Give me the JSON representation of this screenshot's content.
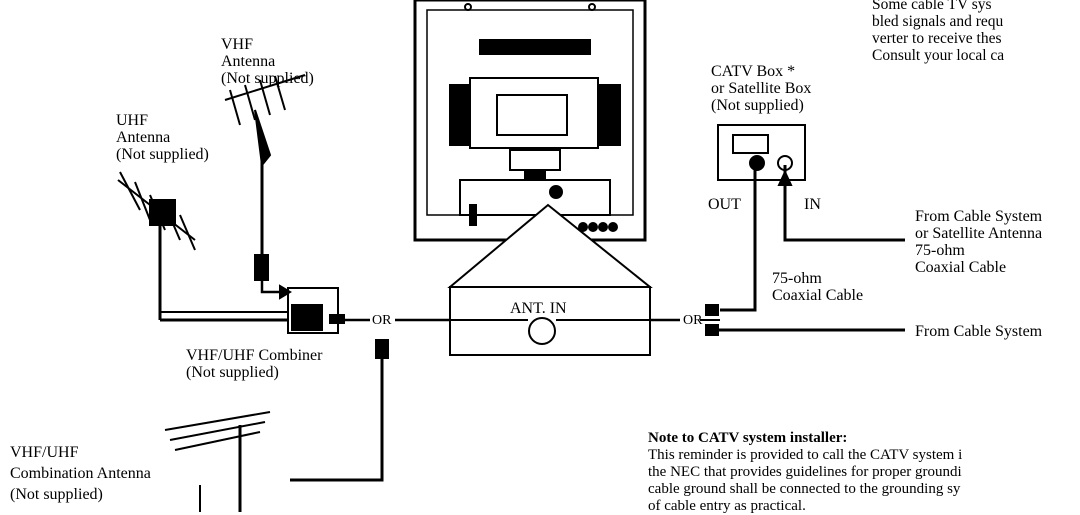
{
  "labels": {
    "vhf_antenna": [
      "VHF",
      "Antenna",
      "(Not supplied)"
    ],
    "uhf_antenna": [
      "UHF",
      "Antenna",
      "(Not supplied)"
    ],
    "catv_box": [
      "CATV Box *",
      "or Satellite Box",
      "(Not supplied)"
    ],
    "out": "OUT",
    "in": "IN",
    "from_cable_satellite": [
      "From Cable System",
      "or Satellite Antenna",
      "75-ohm",
      "Coaxial Cable"
    ],
    "coax_middle": [
      "75-ohm",
      "Coaxial Cable"
    ],
    "combiner": [
      "VHF/UHF Combiner",
      "(Not supplied)"
    ],
    "or_left": "OR",
    "or_right": "OR",
    "ant_in": "ANT. IN",
    "from_cable": "From Cable System",
    "combo_antenna": [
      "VHF/UHF",
      "Combination Antenna",
      "(Not supplied)"
    ]
  },
  "top_note_lines": [
    "Some cable TV sys",
    "bled signals and requ",
    "verter to receive thes",
    "Consult your local ca"
  ],
  "installer_note": {
    "title": "Note to CATV system installer:",
    "lines": [
      "This reminder is provided to call the CATV system i",
      "the NEC that provides guidelines for proper groundi",
      "cable ground shall be connected to the grounding sy",
      "of cable entry as practical."
    ]
  }
}
